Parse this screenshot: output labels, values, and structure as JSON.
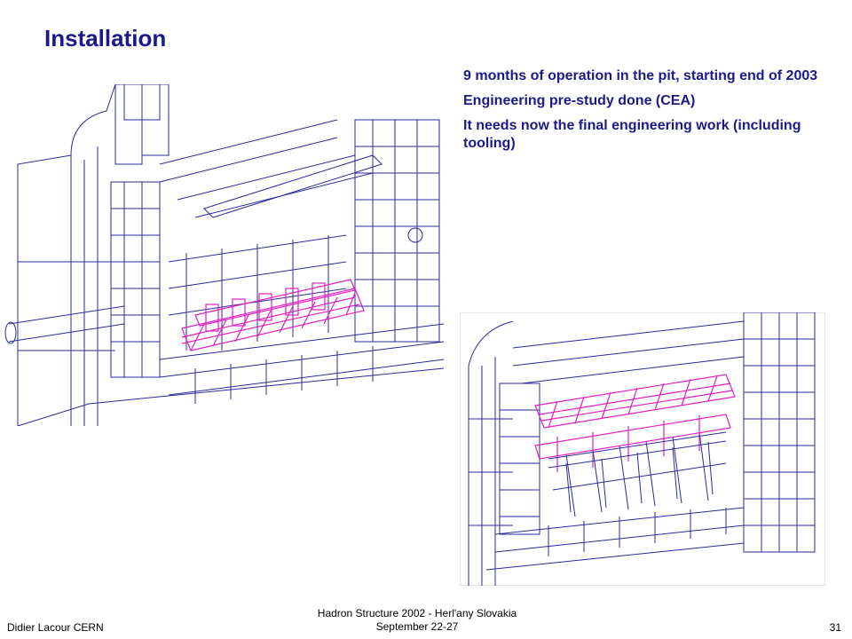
{
  "slide": {
    "title": "Installation",
    "bullets": [
      "9 months of operation in the pit, starting end of 2003",
      "Engineering pre-study done (CEA)",
      "It needs now the final engineering work (including tooling)"
    ]
  },
  "footer": {
    "author": "Didier Lacour CERN",
    "conference_line1": "Hadron Structure 2002 - Herl'any Slovakia",
    "conference_line2": "September 22-27",
    "page_number": "31"
  },
  "colors": {
    "title": "#1a1a8c",
    "drawing_lines": "#2a2a9c",
    "highlight": "#e020c0"
  }
}
